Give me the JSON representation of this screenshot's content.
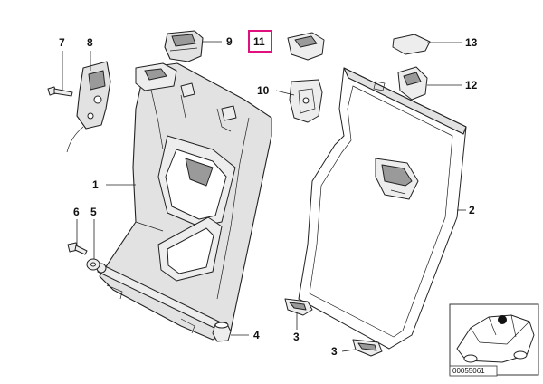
{
  "callouts": {
    "c1": "1",
    "c2": "2",
    "c3a": "3",
    "c3b": "3",
    "c4": "4",
    "c5": "5",
    "c6": "6",
    "c7": "7",
    "c8": "8",
    "c9": "9",
    "c10": "10",
    "c11": "11",
    "c12": "12",
    "c13": "13"
  },
  "highlighted_callout": "11",
  "highlight_color": "#e0117f",
  "inset": {
    "reference_number": "00055061"
  }
}
